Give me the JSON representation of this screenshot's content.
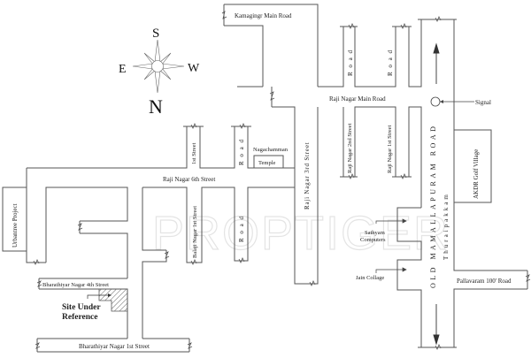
{
  "map": {
    "watermark": "PROPTIGER",
    "compass": {
      "north": "N",
      "south": "S",
      "east": "E",
      "west": "W"
    },
    "roads": {
      "kamaginger_main_road": "Kamagingr Main Road",
      "raji_nagar_main_road": "Raji Nagar Main Road",
      "raji_nagar_6th_street": "Raji Nagar 6th Street",
      "raji_nagar_3rd_street": "Raji Nagar 3rd Street",
      "raji_nagar_2nd_street": "Raji Nagar 2nd Street",
      "raji_nagar_1st_street": "Raji Nagar 1st Street",
      "balaji_nagar_1st_street": "Balaji Nagar 1st Street",
      "first_street": "1st Street",
      "road": "R o a d",
      "old_mamallapuram_road": "OLD MAMALLAPURAM ROAD",
      "thuraipakkam": "Thuraipakkam",
      "pallavaram_road": "Pallavaram 100' Road",
      "bharathiyar_nagar_4th_street": "Bharathiyar Nagar 4th Street",
      "bharathiyar_nagar_1st_street": "Bharathiyar Nagar 1st Street"
    },
    "landmarks": {
      "temple_line1": "Nagachamman",
      "temple_line2": "Temple",
      "urbantree": "Urbantree Project",
      "akdr": "AKDR Golf Village",
      "sathyam_line1": "Sathyam",
      "sathyam_line2": "Computers",
      "jain_college": "Jain Collage",
      "signal": "Signal",
      "site_line1": "Site Under",
      "site_line2": "Reference"
    }
  }
}
